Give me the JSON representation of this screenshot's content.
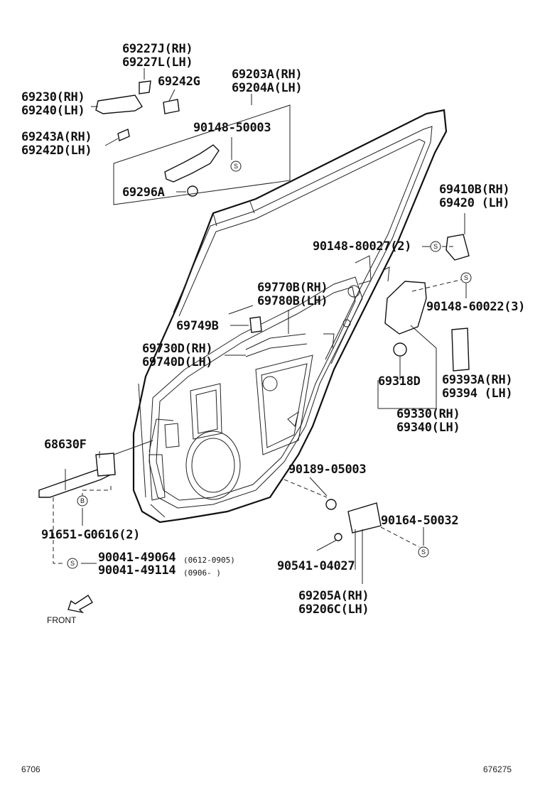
{
  "labels": {
    "p69227": [
      "69227J(RH)",
      "69227L(LH)"
    ],
    "p69230": [
      "69230(RH)",
      "69240(LH)"
    ],
    "p69242g": "69242G",
    "p69203": [
      "69203A(RH)",
      "69204A(LH)"
    ],
    "p69243": [
      "69243A(RH)",
      "69242D(LH)"
    ],
    "p90148_50003": "90148-50003",
    "p69296a": "69296A",
    "p69410": [
      "69410B(RH)",
      "69420 (LH)"
    ],
    "p90148_80027": "90148-80027(2)",
    "p69770": [
      "69770B(RH)",
      "69780B(LH)"
    ],
    "p90148_60022": "90148-60022(3)",
    "p69749b": "69749B",
    "p69730": [
      "69730D(RH)",
      "69740D(LH)"
    ],
    "p69318d": "69318D",
    "p69393": [
      "69393A(RH)",
      "69394 (LH)"
    ],
    "p69330": [
      "69330(RH)",
      "69340(LH)"
    ],
    "p68630f": "68630F",
    "p90189": "90189-05003",
    "p90164": "90164-50032",
    "p91651": "91651-G0616(2)",
    "p90041a": "90041-49064",
    "p90041a_range": "(0612-0905)",
    "p90041b": "90041-49114",
    "p90041b_range": "(0906-      )",
    "p90541": "90541-04027",
    "p69205": [
      "69205A(RH)",
      "69206C(LH)"
    ]
  },
  "symbols": {
    "s": "S",
    "b": "B"
  },
  "front_label": "FRONT",
  "footer": {
    "left": "6706",
    "right": "676275"
  }
}
